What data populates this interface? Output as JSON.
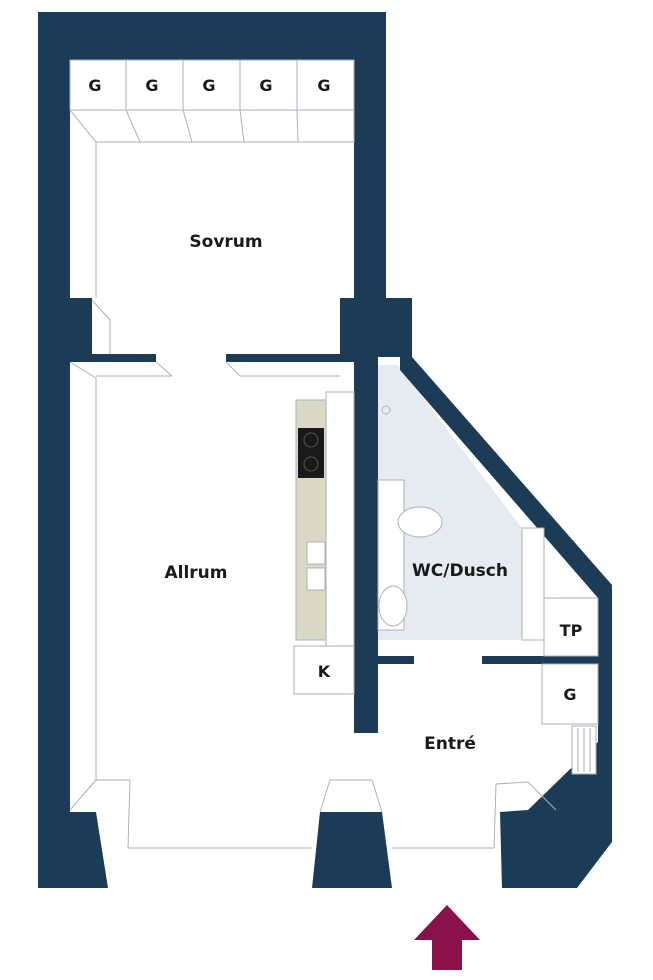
{
  "rooms": {
    "sovrum": "Sovrum",
    "allrum": "Allrum",
    "wc_dusch": "WC/Dusch",
    "entre": "Entré"
  },
  "storage_labels": {
    "wardrobe": "G",
    "kitchen": "K",
    "laundry": "TP"
  },
  "colors": {
    "wall": "#1c3b57",
    "bathroom_floor": "#e6ebf1",
    "kitchen_counter": "#dcd8c8",
    "entrance_arrow": "#8a1149"
  },
  "icons": {
    "entrance": "arrow-up-icon"
  }
}
